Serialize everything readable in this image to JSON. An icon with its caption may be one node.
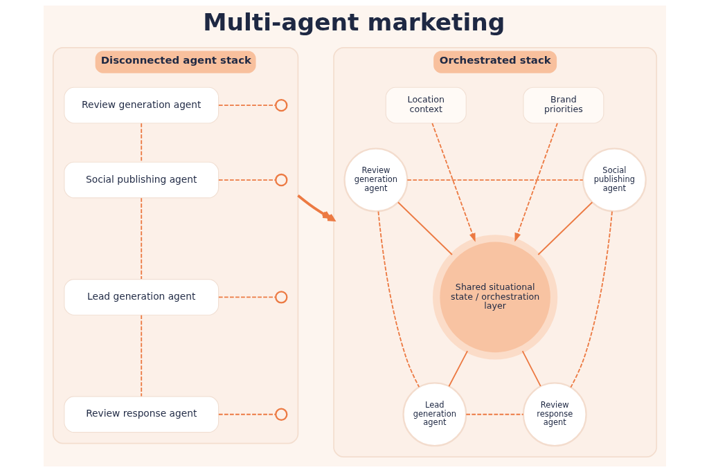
{
  "diagram": {
    "title": "Multi-agent marketing",
    "nodes": [
      {
        "text": [
          "Disconnected agent stack"
        ]
      },
      {
        "text": [
          "Review generation agent"
        ],
        "in": 0
      },
      {
        "text": [],
        "shape": "circle",
        "in": 0
      },
      {
        "text": [
          "Social publishing agent"
        ],
        "in": 0
      },
      {
        "text": [],
        "shape": "circle",
        "in": 0
      },
      {
        "text": [
          "Lead generation agent"
        ],
        "in": 0
      },
      {
        "text": [],
        "shape": "circle",
        "in": 0
      },
      {
        "text": [
          "Review response agent"
        ],
        "in": 0
      },
      {
        "text": [],
        "shape": "circle",
        "in": 0
      },
      {
        "text": [
          "Orchestrated stack"
        ]
      },
      {
        "text": [
          "Location context"
        ],
        "in": 9
      },
      {
        "text": [
          "Brand priorities"
        ],
        "in": 9
      },
      {
        "text": [
          "Review generation agent"
        ],
        "in": 9
      },
      {
        "text": [
          "Shared situational state / orchestration layer"
        ],
        "in": 9
      },
      {
        "text": [
          "Social publishing agent"
        ],
        "in": 9
      },
      {
        "text": [
          "Lead generation agent"
        ],
        "in": 9
      },
      {
        "text": [
          "Review response agent"
        ],
        "in": 9
      }
    ],
    "edges": [
      {
        "from": 1,
        "to": 2,
        "arrow": "none",
        "style": "dashed"
      },
      {
        "from": 1,
        "to": 3,
        "arrow": "none",
        "style": "dashed"
      },
      {
        "from": 3,
        "to": 4,
        "arrow": "none",
        "style": "dashed"
      },
      {
        "from": 3,
        "to": 5,
        "arrow": "none",
        "style": "dashed"
      },
      {
        "from": 5,
        "to": 6,
        "arrow": "none",
        "style": "dashed"
      },
      {
        "from": 5,
        "to": 7,
        "arrow": "none",
        "style": "dashed"
      },
      {
        "from": 7,
        "to": 8,
        "arrow": "none",
        "style": "dashed"
      },
      {
        "from": 0,
        "to": 9,
        "arrow": "to",
        "style": "thick"
      },
      {
        "from": 10,
        "to": 13,
        "arrow": "to",
        "style": "dashed"
      },
      {
        "from": 11,
        "to": 13,
        "arrow": "to",
        "style": "dashed"
      },
      {
        "from": 12,
        "to": 14,
        "arrow": "none",
        "style": "dashed"
      },
      {
        "from": 12,
        "to": 13,
        "arrow": "none"
      },
      {
        "from": 14,
        "to": 13,
        "arrow": "none"
      },
      {
        "from": 12,
        "to": 15,
        "arrow": "none",
        "style": "dashed"
      },
      {
        "from": 14,
        "to": 16,
        "arrow": "none",
        "style": "dashed"
      },
      {
        "from": 13,
        "to": 15,
        "arrow": "none"
      },
      {
        "from": 13,
        "to": 16,
        "arrow": "none"
      },
      {
        "from": 15,
        "to": 16,
        "arrow": "none",
        "style": "dashed"
      }
    ]
  }
}
